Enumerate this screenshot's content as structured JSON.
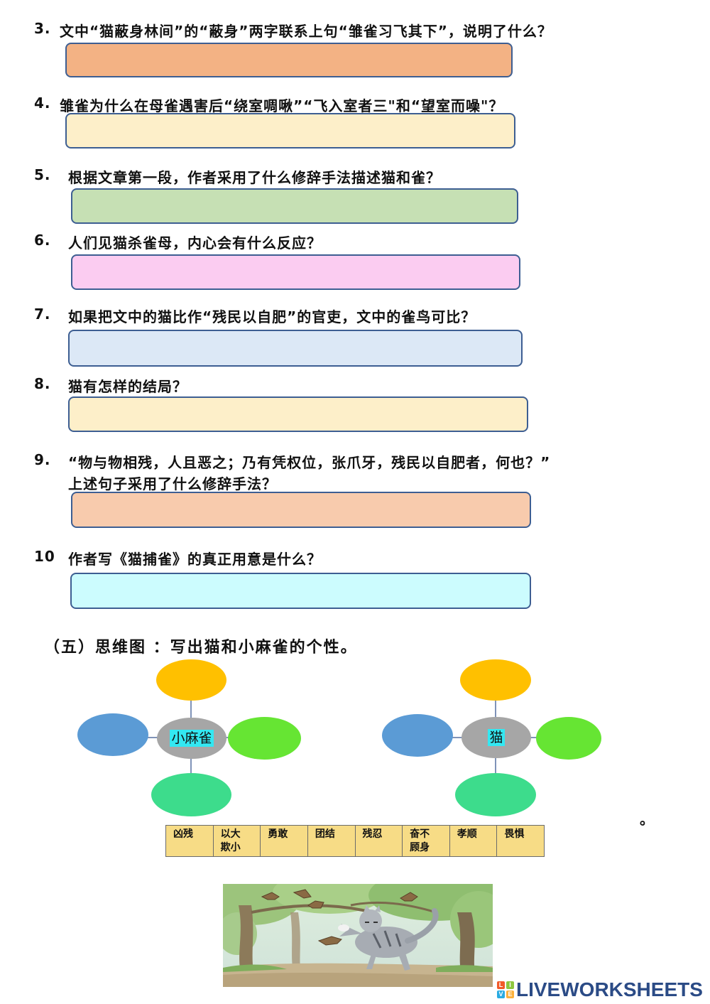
{
  "questions": [
    {
      "num": "3.",
      "text": "文中“猫蔽身林间”的“蔽身”两字联系上句“雏雀习飞其下”，说明了什么？",
      "box_color": "#f3b284"
    },
    {
      "num": "4.",
      "text": "雏雀为什么在母雀遇害后“绕室啁啾”“飞入室者三\"和“望室而噪\"？",
      "box_color": "#fdefc9"
    },
    {
      "num": "5.",
      "text": "根据文章第一段，作者采用了什么修辞手法描述猫和雀？",
      "box_color": "#c6e0b4"
    },
    {
      "num": "6.",
      "text": "人们见猫杀雀母，内心会有什么反应？",
      "box_color": "#fbccf1"
    },
    {
      "num": "7.",
      "text": "如果把文中的猫比作“残民以自肥”的官吏，文中的雀鸟可比？",
      "box_color": "#dce8f6"
    },
    {
      "num": "8.",
      "text": "猫有怎样的结局？",
      "box_color": "#fdefc9"
    },
    {
      "num": "9.",
      "text": "“物与物相残，人且恶之；乃有凭权位，张爪牙，残民以自肥者，何也？”",
      "text2": "上述句子采用了什么修辞手法？",
      "box_color": "#f8cbad"
    },
    {
      "num": "10",
      "text": "作者写《猫捕雀》的真正用意是什么？",
      "box_color": "#ccfcfe"
    }
  ],
  "section5": {
    "title": "（五）思维图 ：写出猫和小麻雀的个性。"
  },
  "mindmaps": [
    {
      "center_label": "小麻雀",
      "colors": {
        "top": "#ffc000",
        "left": "#5b9bd5",
        "right": "#66e533",
        "bottom": "#3ddc8c",
        "center": "#a6a6a6"
      }
    },
    {
      "center_label": "猫",
      "colors": {
        "top": "#ffc000",
        "left": "#5b9bd5",
        "right": "#66e533",
        "bottom": "#3ddc8c",
        "center": "#a6a6a6"
      }
    }
  ],
  "word_bank": {
    "words": [
      "凶残",
      "以大\n欺小",
      "勇敢",
      "团结",
      "残忍",
      "奋不\n顾身",
      "孝顺",
      "畏惧"
    ],
    "color": "#f7dc86"
  },
  "stray_mark": "。",
  "branding": {
    "logo_letters": [
      "L",
      "I",
      "V",
      "E"
    ],
    "text": "LIVEWORKSHEETS"
  }
}
